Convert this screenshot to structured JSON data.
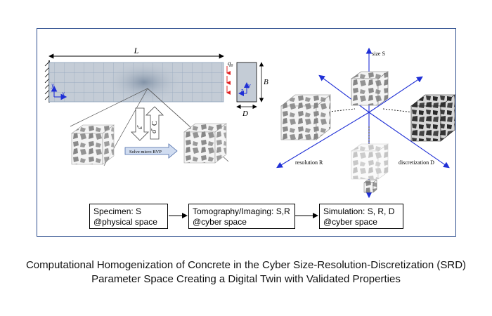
{
  "beam": {
    "length_label": "L",
    "load_label": "q₀",
    "height_label": "B",
    "depth_label": "D",
    "axis_y": "y",
    "axis_x": "x",
    "axis_z": "z",
    "strain_label": "ε̄",
    "stress_label": "σ̄",
    "tangent_label": "C",
    "solve_label": "Solve micro BVP"
  },
  "srd": {
    "size_label": "size S",
    "resolution_label": "resolution R",
    "discretization_label": "discretization D"
  },
  "flow": {
    "steps": [
      {
        "line1": "Specimen: S",
        "line2": "@physical space"
      },
      {
        "line1": "Tomography/Imaging: S,R",
        "line2": "@cyber space"
      },
      {
        "line1": "Simulation: S, R, D",
        "line2": "@cyber space"
      }
    ]
  },
  "caption": {
    "line1": "Computational Homogenization of Concrete in the Cyber Size-Resolution-Discretization (SRD)",
    "line2": "Parameter Space Creating a Digital Twin with Validated Properties"
  },
  "colors": {
    "frame": "#2f4f8f",
    "axis_blue": "#1f2fd6",
    "load_red": "#e02020",
    "beam_grid": "#8fa3bb",
    "aggregate_gray": "#8c8c8c"
  }
}
